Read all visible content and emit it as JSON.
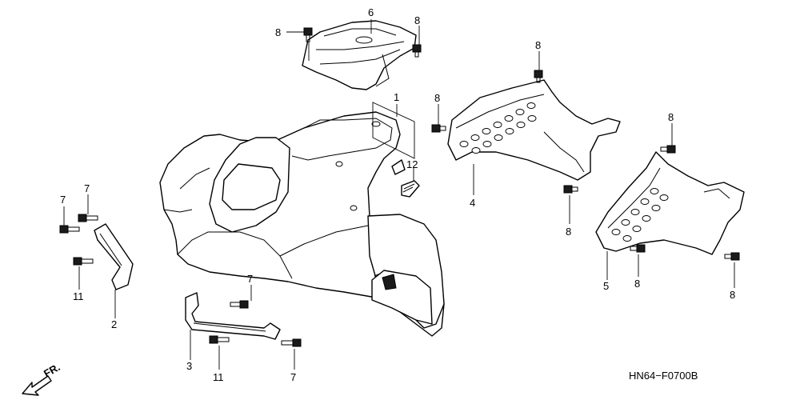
{
  "diagram": {
    "code": "HN64−F0700B",
    "direction": "FR.",
    "callouts": [
      {
        "id": "c1",
        "text": "1"
      },
      {
        "id": "c2",
        "text": "2"
      },
      {
        "id": "c3",
        "text": "3"
      },
      {
        "id": "c4",
        "text": "4"
      },
      {
        "id": "c5",
        "text": "5"
      },
      {
        "id": "c6",
        "text": "6"
      },
      {
        "id": "c7a",
        "text": "7"
      },
      {
        "id": "c7b",
        "text": "7"
      },
      {
        "id": "c7c",
        "text": "7"
      },
      {
        "id": "c7d",
        "text": "7"
      },
      {
        "id": "c8a",
        "text": "8"
      },
      {
        "id": "c8b",
        "text": "8"
      },
      {
        "id": "c8c",
        "text": "8"
      },
      {
        "id": "c8d",
        "text": "8"
      },
      {
        "id": "c8e",
        "text": "8"
      },
      {
        "id": "c8f",
        "text": "8"
      },
      {
        "id": "c8g",
        "text": "8"
      },
      {
        "id": "c8h",
        "text": "8"
      },
      {
        "id": "c8i",
        "text": "8"
      },
      {
        "id": "c11a",
        "text": "11"
      },
      {
        "id": "c11b",
        "text": "11"
      },
      {
        "id": "c12",
        "text": "12"
      }
    ]
  }
}
